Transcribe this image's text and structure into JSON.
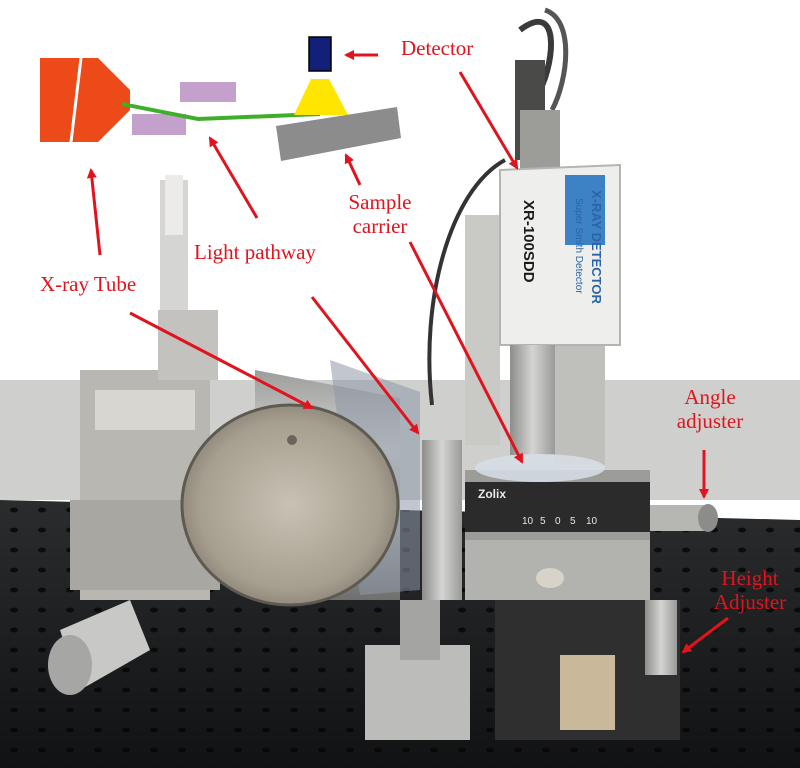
{
  "labels": {
    "detector": "Detector",
    "sample_carrier": [
      "Sample",
      "carrier"
    ],
    "light_pathway": "Light pathway",
    "xray_tube": "X-ray Tube",
    "angle_adjuster": [
      "Angle",
      "adjuster"
    ],
    "height_adjuster": [
      "Height",
      "Adjuster"
    ]
  },
  "device": {
    "detector_face_text": [
      "X-RAY DETECTOR",
      "Super Smith Detector"
    ],
    "detector_model": "XR-100SDD",
    "stage_brand": "Zolix",
    "dial_numbers": [
      "10",
      "5",
      "0",
      "5",
      "10"
    ]
  },
  "colors": {
    "label_red": "#e0141e",
    "tube_orange": "#ec4a18",
    "beam_green": "#3fae2a",
    "slit_purple": "#c4a0cc",
    "carrier_gray": "#8c8c8c",
    "detector_navy": "#13207a",
    "fluorescence_yellow": "#ffe600"
  }
}
